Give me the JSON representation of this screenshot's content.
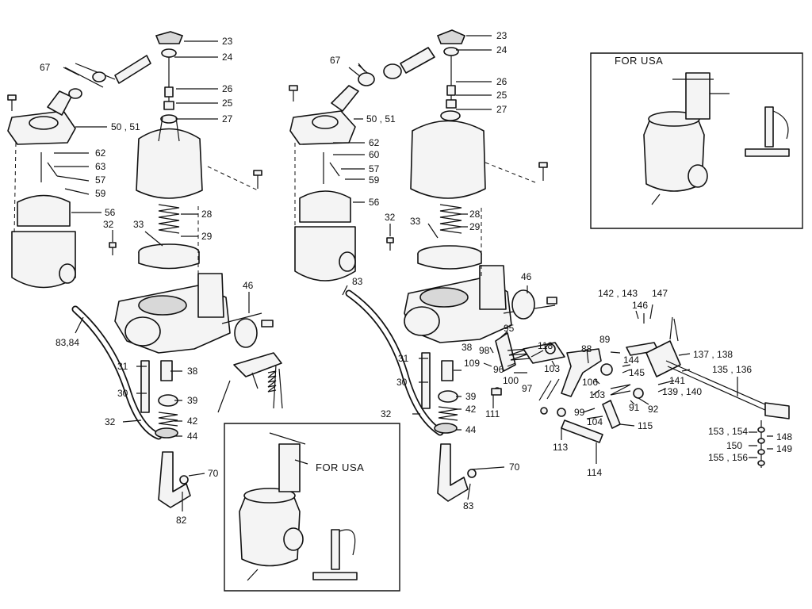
{
  "inset_title": "FOR USA",
  "labels": {
    "L23": "23",
    "L24": "24",
    "L67": "67",
    "L26": "26",
    "L25": "25",
    "L27": "27",
    "L50": "50 , 51",
    "L62": "62",
    "L63": "63",
    "L57": "57",
    "L59": "59",
    "L56": "56",
    "L28": "28",
    "L29": "29",
    "L32a": "32",
    "L33": "33",
    "L46": "46",
    "L8384": "83,84",
    "L31": "31",
    "L38": "38",
    "L30": "30",
    "L39": "39",
    "L32b": "32",
    "L42": "42",
    "L44": "44",
    "L70": "70",
    "L82": "82",
    "R23": "23",
    "R24": "24",
    "R67": "67",
    "R26": "26",
    "R25": "25",
    "R27": "27",
    "R50": "50 , 51",
    "R62": "62",
    "R60": "60",
    "R57": "57",
    "R59": "59",
    "R56": "56",
    "R32a": "32",
    "R28": "28",
    "R33": "33",
    "R29": "29",
    "R83": "83",
    "R46": "46",
    "R31": "31",
    "R38": "38",
    "R30": "30",
    "R39": "39",
    "R32b": "32",
    "R42": "42",
    "R44": "44",
    "R70": "70",
    "R83b": "83",
    "R95": "95",
    "R98": "98",
    "R109": "109",
    "R96": "96",
    "R100": "100",
    "R97": "97",
    "R118": "118",
    "R103a": "103",
    "R111": "111",
    "R88": "88",
    "R106": "106",
    "R103b": "103",
    "R99": "99",
    "R104": "104",
    "R113": "113",
    "R114": "114",
    "R115": "115",
    "R91": "91",
    "R92": "92",
    "R89": "89",
    "R144": "144",
    "R145": "145",
    "R142": "142 , 143",
    "R146": "146",
    "R147": "147",
    "R137": "137 , 138",
    "R135": "135 , 136",
    "R141": "141",
    "R139": "139 , 140",
    "R153": "153 , 154",
    "R150": "150",
    "R155": "155 , 156",
    "R148": "148",
    "R149": "149"
  }
}
